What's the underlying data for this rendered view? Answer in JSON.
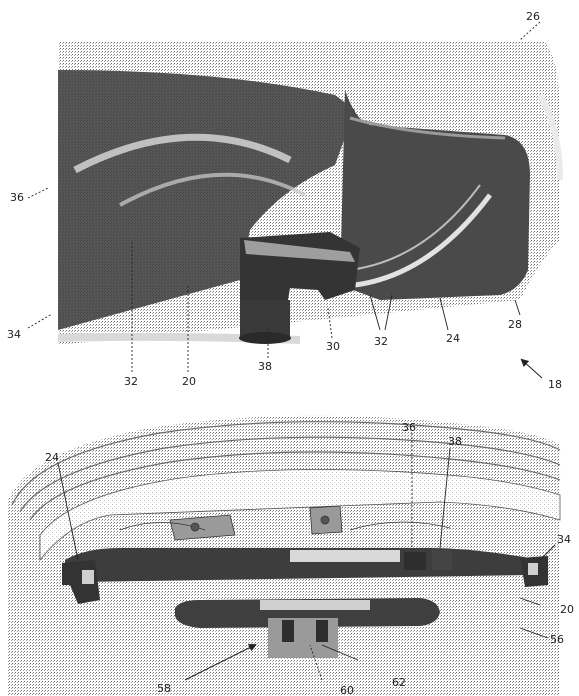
{
  "figure_top": {
    "labels": {
      "l26": "26",
      "l36": "36",
      "l34": "34",
      "l32a": "32",
      "l20": "20",
      "l38": "38",
      "l30": "30",
      "l32b": "32",
      "l24": "24",
      "l28": "28",
      "l18": "18"
    }
  },
  "figure_bottom": {
    "labels": {
      "l36": "36",
      "l38": "38",
      "l24": "24",
      "l34": "34",
      "l20": "20",
      "l56": "56",
      "l58": "58",
      "l60": "60",
      "l62": "62"
    }
  },
  "colors": {
    "dark": "#3a3a3a",
    "mid": "#8a8a8a",
    "light": "#d2d2d2",
    "line": "#222222"
  }
}
